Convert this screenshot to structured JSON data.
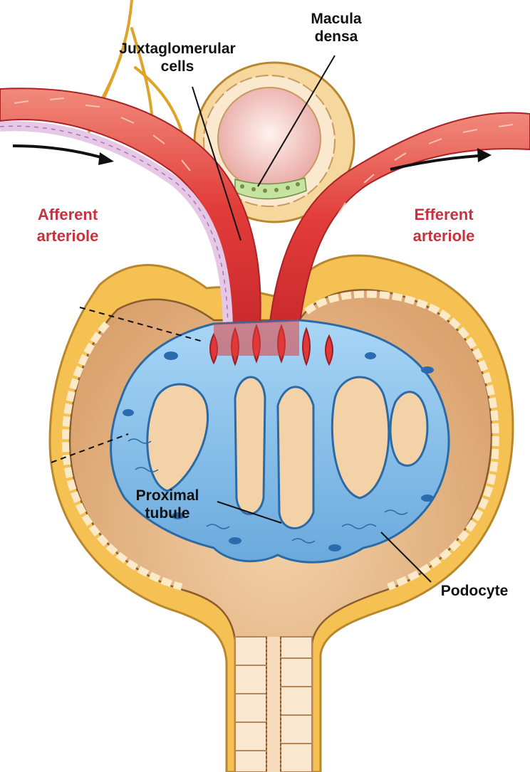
{
  "labels": {
    "juxtaglomerular": {
      "line1": "Juxtaglomerular",
      "line2": "cells"
    },
    "macula_densa": {
      "line1": "Macula",
      "line2": "densa"
    },
    "afferent": {
      "line1": "Afferent",
      "line2": "arteriole"
    },
    "efferent": {
      "line1": "Efferent",
      "line2": "arteriole"
    },
    "podocyte": "Podocyte",
    "proximal_tubule": {
      "line1": "Proximal",
      "line2": "tubule"
    }
  },
  "colors": {
    "arteriole_red": "#e33a3c",
    "arteriole_label": "#c8323e",
    "capsule_outer": "#f4c152",
    "capsule_inner": "#e3b17e",
    "glomerulus_blue": "#8ec5ee",
    "nerve": "#e0a32a",
    "macula_cells": "#c6e49f"
  },
  "icons": [
    "flow-arrow-in-icon",
    "flow-arrow-out-icon"
  ]
}
